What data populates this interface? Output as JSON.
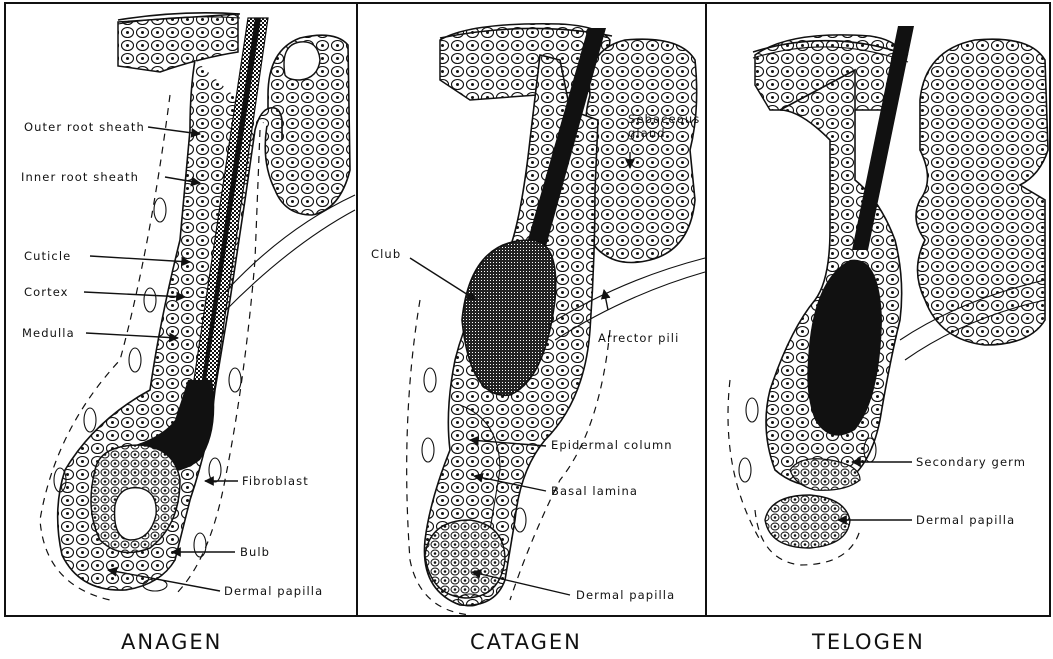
{
  "panels": [
    {
      "stage": "ANAGEN",
      "labels": {
        "outer_root_sheath": "Outer root sheath",
        "inner_root_sheath": "Inner root sheath",
        "cuticle": "Cuticle",
        "cortex": "Cortex",
        "medulla": "Medulla",
        "fibroblast": "Fibroblast",
        "bulb": "Bulb",
        "dermal_papilla": "Dermal papilla"
      }
    },
    {
      "stage": "CATAGEN",
      "labels": {
        "sebaceous_gland_1": "Sebaceous",
        "sebaceous_gland_2": "gland",
        "club": "Club",
        "arrector_pili": "Arrector pili",
        "epidermal_column": "Epidermal column",
        "basal_lamina": "Basal lamina",
        "dermal_papilla": "Dermal papilla"
      }
    },
    {
      "stage": "TELOGEN",
      "labels": {
        "secondary_germ": "Secondary germ",
        "dermal_papilla": "Dermal papilla"
      }
    }
  ]
}
